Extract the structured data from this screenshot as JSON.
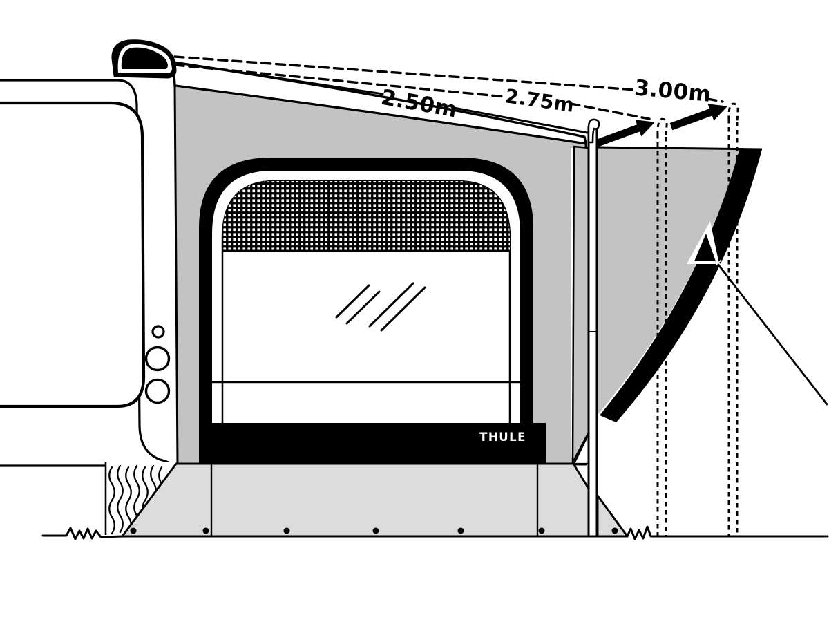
{
  "diagram": {
    "brand_label": "THULE",
    "unit": "m",
    "sizes": [
      {
        "label": "2.50m",
        "value": 2.5,
        "line_style": "solid"
      },
      {
        "label": "2.75m",
        "value": 2.75,
        "line_style": "dashed"
      },
      {
        "label": "3.00m",
        "value": 3.0,
        "line_style": "dashed"
      }
    ],
    "colors": {
      "ink": "#000000",
      "background": "#ffffff",
      "panel_gray": "#c3c3c3",
      "skirt_gray": "#dcdcdc"
    }
  }
}
